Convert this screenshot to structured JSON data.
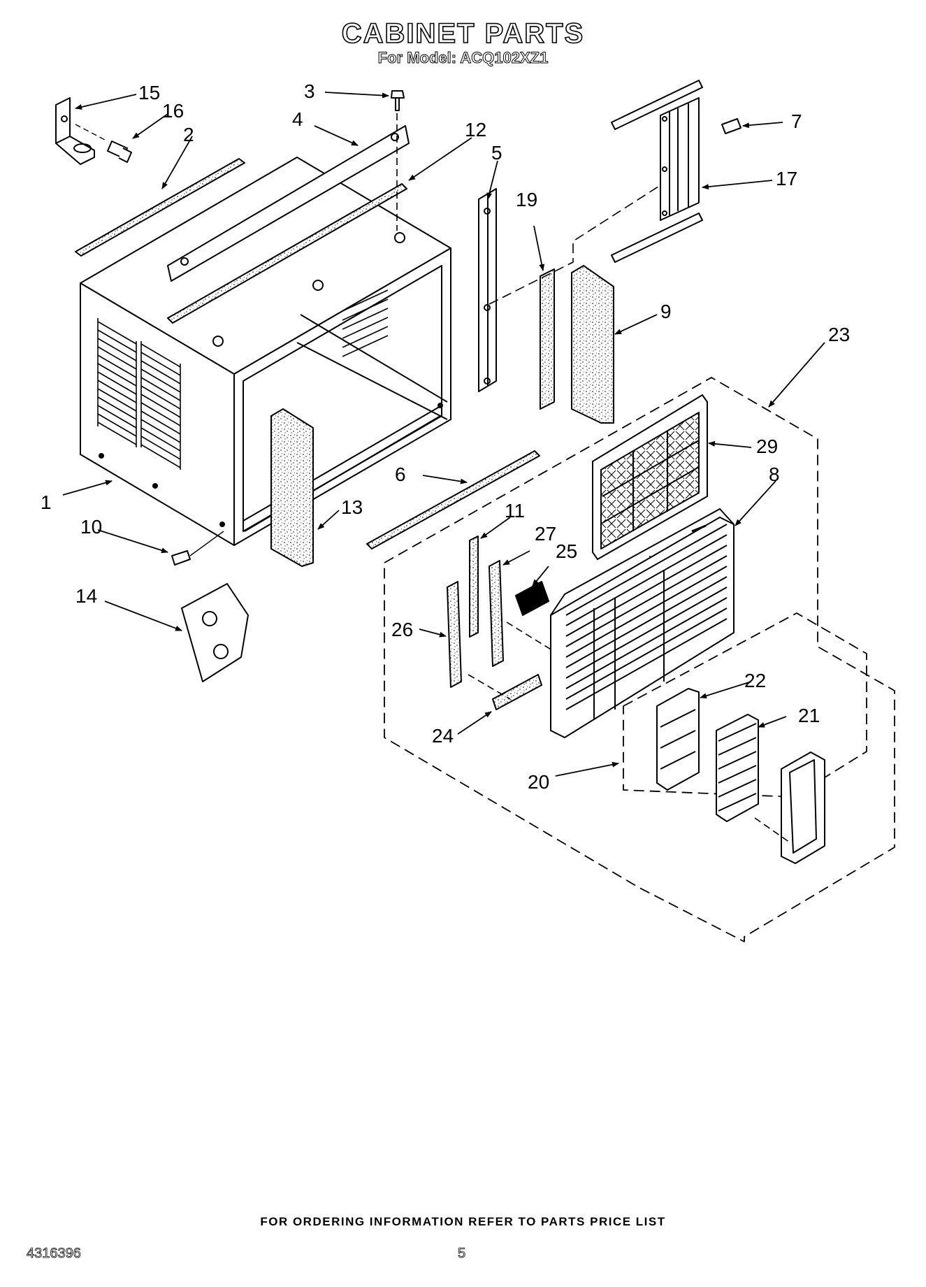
{
  "header": {
    "title": "CABINET PARTS",
    "subtitle": "For Model: ACQ102XZ1"
  },
  "diagram": {
    "callouts": [
      "1",
      "2",
      "3",
      "4",
      "5",
      "6",
      "7",
      "8",
      "9",
      "10",
      "11",
      "12",
      "13",
      "14",
      "15",
      "16",
      "17",
      "19",
      "20",
      "21",
      "22",
      "23",
      "24",
      "25",
      "26",
      "27",
      "29"
    ]
  },
  "footer": {
    "note": "FOR ORDERING INFORMATION REFER TO PARTS PRICE LIST",
    "doc_number": "4316396",
    "page_number": "5"
  }
}
